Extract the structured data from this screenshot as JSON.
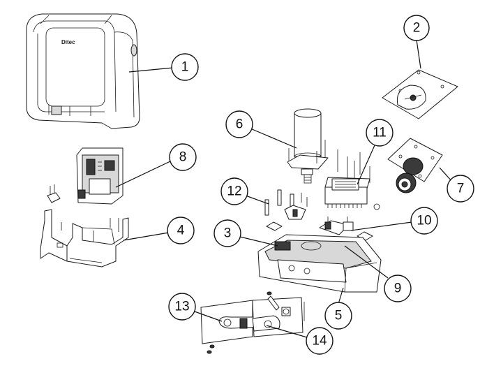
{
  "brand_logo": "Ditec",
  "callouts": [
    {
      "id": "1",
      "label": "1"
    },
    {
      "id": "2",
      "label": "2"
    },
    {
      "id": "3",
      "label": "3"
    },
    {
      "id": "4",
      "label": "4"
    },
    {
      "id": "5",
      "label": "5"
    },
    {
      "id": "6",
      "label": "6"
    },
    {
      "id": "7",
      "label": "7"
    },
    {
      "id": "8",
      "label": "8"
    },
    {
      "id": "9",
      "label": "9"
    },
    {
      "id": "10",
      "label": "10"
    },
    {
      "id": "11",
      "label": "11"
    },
    {
      "id": "12",
      "label": "12"
    },
    {
      "id": "13",
      "label": "13"
    },
    {
      "id": "14",
      "label": "14"
    }
  ]
}
